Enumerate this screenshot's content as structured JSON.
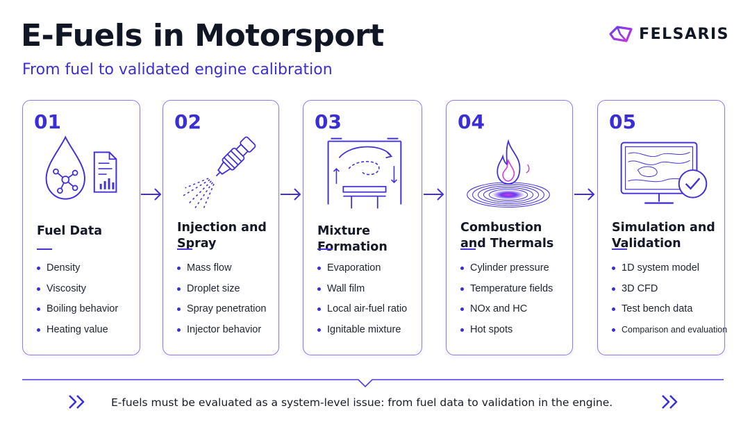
{
  "header": {
    "title": "E-Fuels in Motorsport",
    "subtitle": "From fuel to validated engine calibration",
    "brand": "FELSARIS"
  },
  "colors": {
    "accent": "#3a2fd6",
    "card_border": "#8b7de8",
    "text": "#121826"
  },
  "steps": [
    {
      "number": "01",
      "title": "Fuel Data",
      "icon": "fuel-drop-document-icon",
      "items": [
        "Density",
        "Viscosity",
        "Boiling behavior",
        "Heating value"
      ]
    },
    {
      "number": "02",
      "title": "Injection and Spray",
      "icon": "injector-spray-icon",
      "items": [
        "Mass flow",
        "Droplet size",
        "Spray penetration",
        "Injector behavior"
      ]
    },
    {
      "number": "03",
      "title": "Mixture Formation",
      "icon": "cylinder-swirl-icon",
      "items": [
        "Evaporation",
        "Wall film",
        "Local air-fuel ratio",
        "Ignitable mixture"
      ]
    },
    {
      "number": "04",
      "title": "Combustion and Thermals",
      "icon": "flame-heat-icon",
      "items": [
        "Cylinder pressure",
        "Temperature fields",
        "NOx and HC",
        "Hot spots"
      ]
    },
    {
      "number": "05",
      "title": "Simulation and Validation",
      "icon": "monitor-check-icon",
      "items": [
        "1D system model",
        "3D CFD",
        "Test bench data",
        "Comparison and evaluation"
      ]
    }
  ],
  "footer": {
    "text": "E-fuels must be evaluated as a system-level issue: from fuel data to validation in the engine."
  }
}
